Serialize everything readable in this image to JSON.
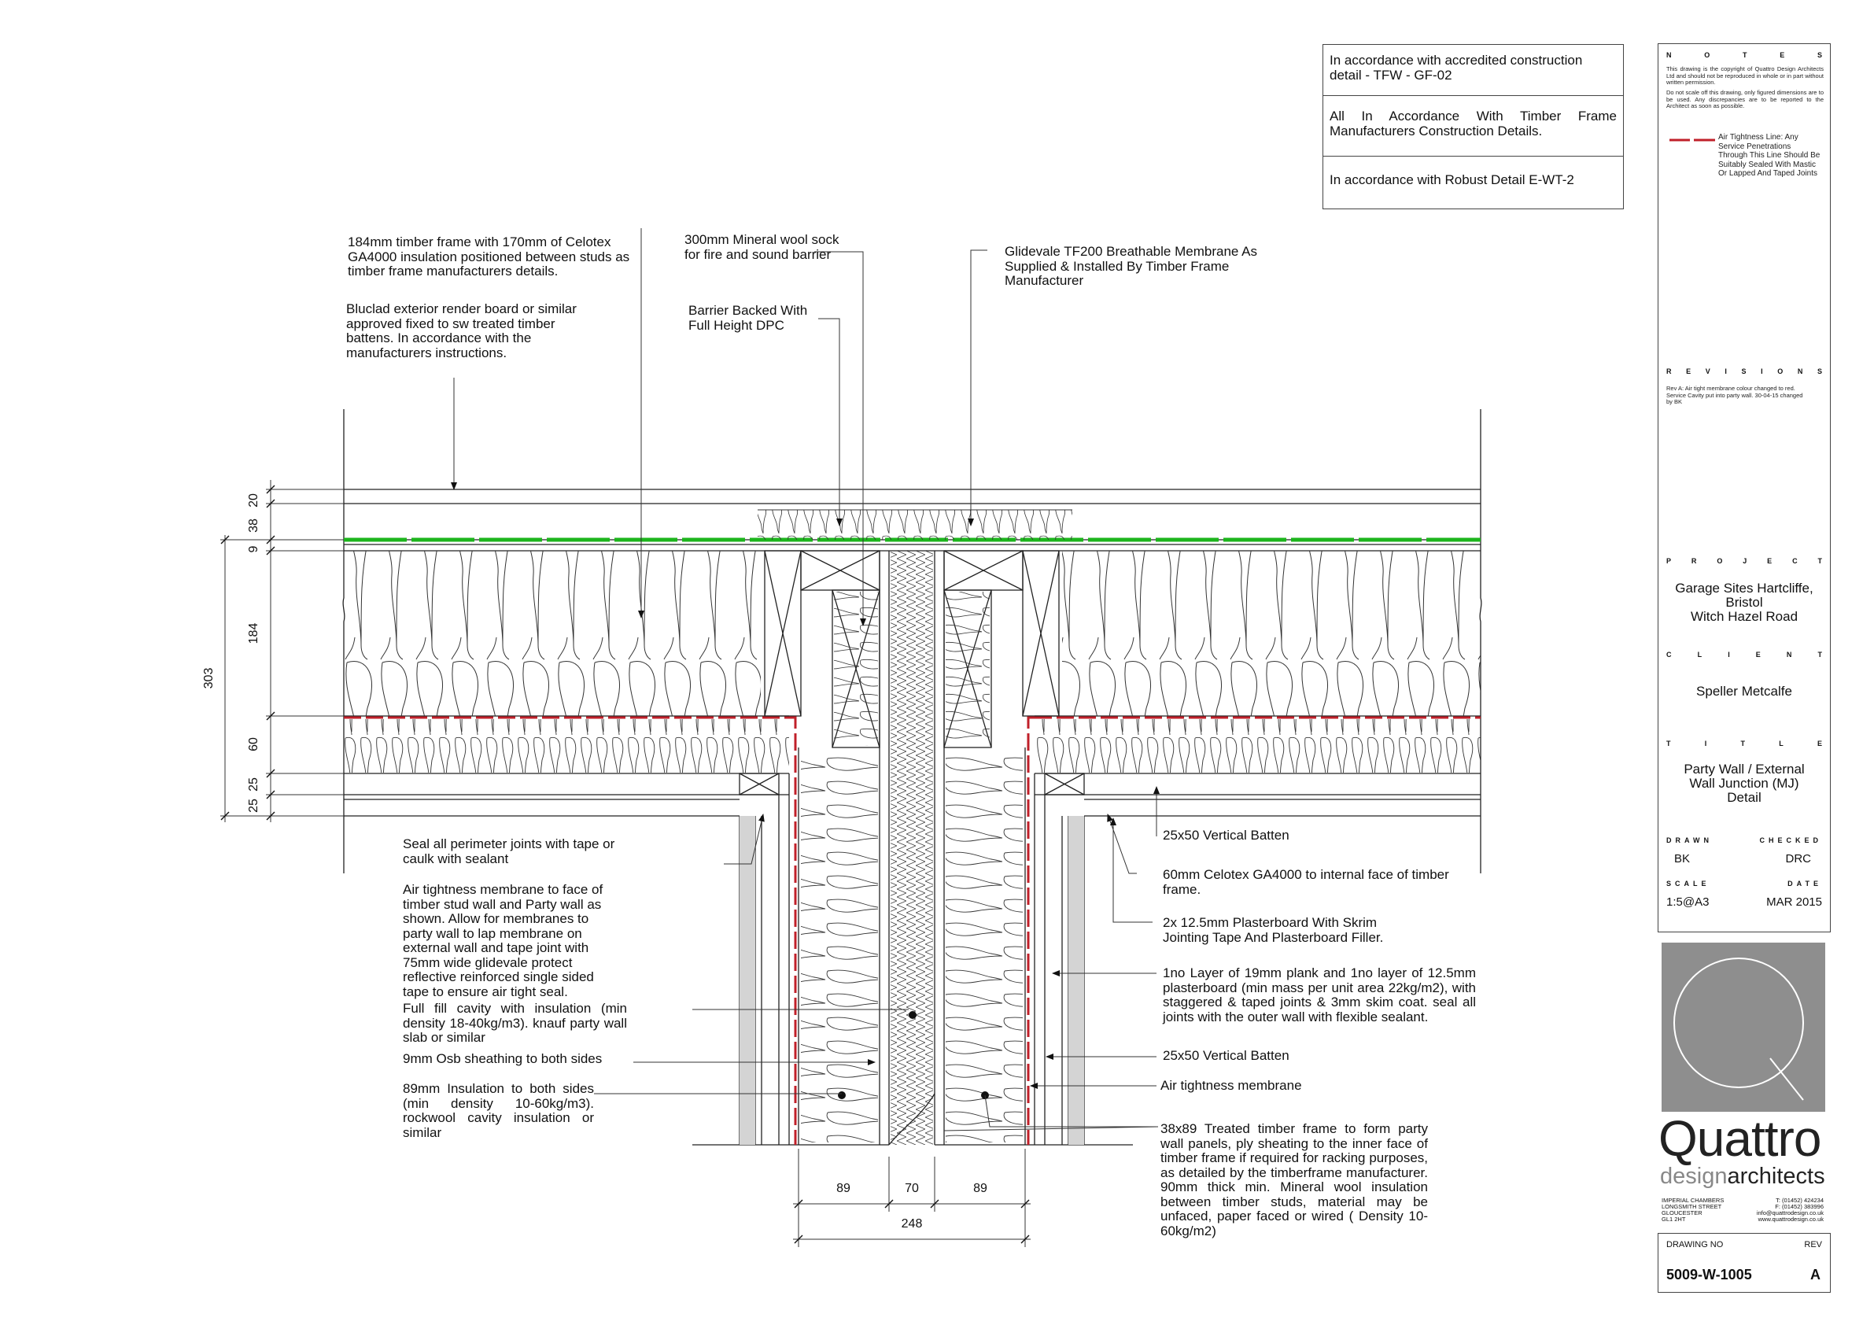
{
  "specs": [
    "In accordance with accredited construction detail - TFW - GF-02",
    "All In Accordance With Timber Frame Manufacturers Construction Details.",
    "In accordance with Robust Detail E-WT-2"
  ],
  "notes": {
    "heading": "NOTES",
    "copyright": "This drawing is the copyright of Quattro Design Architects Ltd and should not be reproduced in whole or in part without written permission.",
    "scaling": "Do not scale off this drawing, only figured dimensions are to be used. Any discrepancies are to be reported to the Architect as soon as possible.",
    "legend_air": "Air Tightness Line: Any Service Penetrations Through This Line Should Be Suitably Sealed With Mastic Or Lapped And Taped Joints"
  },
  "revisions": {
    "heading": "REVISIONS",
    "text": "Rev A: Air tight membrane colour changed to red. Service Cavity put into party wall. 30-04-15 changed by BK"
  },
  "project": {
    "heading": "PROJECT",
    "value": "Garage Sites Hartcliffe, Bristol\nWitch Hazel Road"
  },
  "client": {
    "heading": "CLIENT",
    "value": "Speller Metcalfe"
  },
  "title": {
    "heading": "TITLE",
    "value": "Party Wall / External Wall Junction (MJ) Detail"
  },
  "drawn": {
    "heading": "DRAWN",
    "value": "BK"
  },
  "checked": {
    "heading": "CHECKED",
    "value": "DRC"
  },
  "scale": {
    "heading": "SCALE",
    "value": "1:5@A3"
  },
  "date": {
    "heading": "DATE",
    "value": "MAR 2015"
  },
  "company": {
    "name": "Quattro",
    "tag_a": "design",
    "tag_b": "architects",
    "address": "IMPERIAL CHAMBERS\nLONGSMITH STREET\nGLOUCESTER\nGL1 2HT",
    "contact": "T: (01452) 424234\nF: (01452) 383996\ninfo@quattrodesign.co.uk\nwww.quattrodesign.co.uk"
  },
  "drawing_no": {
    "heading": "DRAWING NO",
    "value": "5009-W-1005"
  },
  "rev": {
    "heading": "REV",
    "value": "A"
  },
  "labels": {
    "timber_frame": "184mm timber frame with 170mm of Celotex GA4000 insulation positioned between studs as timber frame manufacturers details.",
    "bluclad": "Bluclad exterior render board or similar approved fixed to sw treated timber battens. In accordance with the manufacturers instructions.",
    "mineral_sock": "300mm Mineral wool sock for fire and sound barrier",
    "barrier_dpc": "Barrier Backed With Full Height DPC",
    "glidevale": "Glidevale TF200 Breathable Membrane As Supplied & Installed By Timber Frame Manufacturer",
    "seal_joints": "Seal all perimeter joints with tape or caulk with sealant",
    "air_membrane": "Air tightness membrane to face of timber stud wall and Party wall as shown. Allow for membranes to party wall to lap membrane on external wall and tape joint with 75mm wide glidevale protect reflective reinforced single sided tape to ensure air tight seal.",
    "full_fill": "Full fill cavity with insulation (min density 18-40kg/m3). knauf party wall slab or similar",
    "osb": "9mm Osb sheathing to both sides",
    "insul_89": "89mm Insulation to both sides (min density 10-60kg/m3). rockwool cavity insulation or similar",
    "batten_top": "25x50 Vertical Batten",
    "celotex_60": "60mm Celotex GA4000 to internal face of timber frame.",
    "plasterboard": "2x 12.5mm Plasterboard With Skrim Jointing Tape And Plasterboard Filler.",
    "plank": "1no Layer of 19mm plank and 1no layer of 12.5mm plasterboard (min mass per unit area 22kg/m2), with staggered & taped joints & 3mm skim coat. seal all joints with the outer wall with flexible sealant.",
    "batten_mid": "25x50 Vertical Batten",
    "air_membrane_short": "Air tightness membrane",
    "timber_38x89": "38x89 Treated timber frame to form party wall panels, ply sheating to the inner face of timber frame if required for racking purposes, as detailed by the timberframe manufacturer. 90mm thick min. Mineral wool insulation between timber studs, material may be unfaced, paper faced or wired ( Density 10-60kg/m2)"
  },
  "dims": {
    "d20": "20",
    "d38": "38",
    "d9": "9",
    "d184": "184",
    "d303": "303",
    "d60": "60",
    "d25a": "25",
    "d25b": "25",
    "d89a": "89",
    "d70": "70",
    "d89b": "89",
    "d248": "248"
  },
  "colors": {
    "air_line": "#c0202a",
    "membrane": "#1db51d",
    "line": "#222222"
  }
}
